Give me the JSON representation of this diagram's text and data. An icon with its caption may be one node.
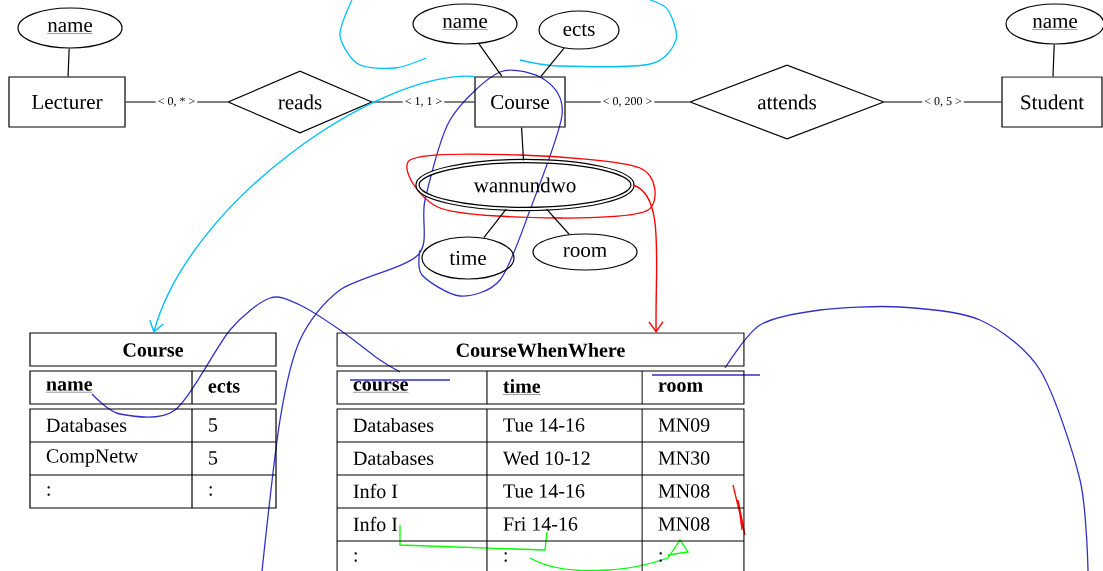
{
  "diagram": {
    "nodes": [
      {
        "text": [
          "name"
        ]
      },
      {
        "text": [
          "Lecturer"
        ]
      },
      {
        "text": [
          "reads"
        ]
      },
      {
        "text": [
          "name"
        ]
      },
      {
        "text": [
          "ects"
        ]
      },
      {
        "text": [
          "Course"
        ]
      },
      {
        "text": [
          "attends"
        ]
      },
      {
        "text": [
          "name"
        ]
      },
      {
        "text": [
          "Student"
        ]
      },
      {
        "text": [
          "wannundwo"
        ]
      },
      {
        "text": [
          "time"
        ]
      },
      {
        "text": [
          "room"
        ]
      },
      {
        "text": [
          "Course",
          "name",
          "ects",
          "Databases",
          "5",
          "CompNetw",
          "5",
          ":",
          ":"
        ]
      },
      {
        "text": [
          "CourseWhenWhere",
          "course",
          "time",
          "room",
          "Databases",
          "Tue 14-16",
          "MN09",
          "Databases",
          "Wed 10-12",
          "MN30",
          "Info I",
          "Tue 14-16",
          "MN08",
          "Info I",
          "Fri 14-16",
          "MN08",
          ":",
          ":",
          ":"
        ]
      }
    ],
    "edges": [
      {
        "from": 0,
        "to": 1,
        "arrow": "none"
      },
      {
        "from": 1,
        "to": 2,
        "arrow": "none",
        "label": "< 0, * >"
      },
      {
        "from": 2,
        "to": 5,
        "arrow": "none",
        "label": "< 1, 1 >"
      },
      {
        "from": 3,
        "to": 5,
        "arrow": "none"
      },
      {
        "from": 4,
        "to": 5,
        "arrow": "none"
      },
      {
        "from": 5,
        "to": 6,
        "arrow": "none",
        "label": "< 0, 200 >"
      },
      {
        "from": 6,
        "to": 8,
        "arrow": "none",
        "label": "< 0, 5 >"
      },
      {
        "from": 7,
        "to": 8,
        "arrow": "none"
      },
      {
        "from": 5,
        "to": 9,
        "arrow": "none"
      },
      {
        "from": 9,
        "to": 10,
        "arrow": "none"
      },
      {
        "from": 9,
        "to": 11,
        "arrow": "none"
      },
      {
        "from": 5,
        "to": 12,
        "arrow": "to",
        "color": "#00bfff"
      },
      {
        "from": 9,
        "to": 13,
        "arrow": "to",
        "color": "#ff0000"
      }
    ]
  }
}
